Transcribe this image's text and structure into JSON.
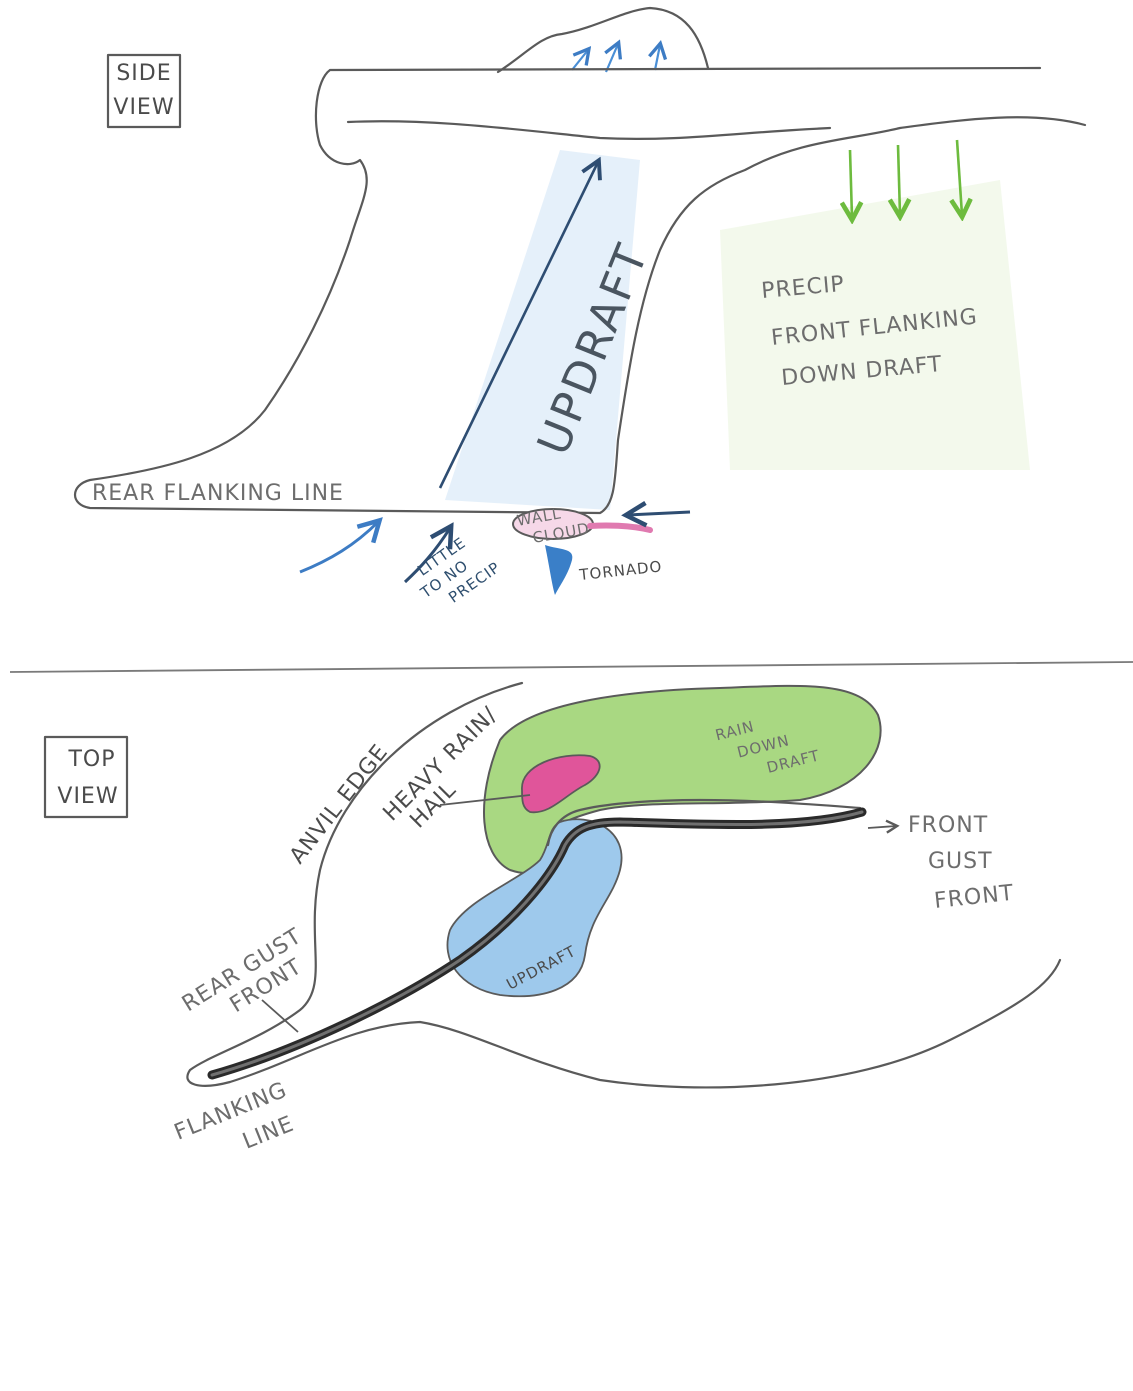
{
  "side_view": {
    "title_line1": "SIDE",
    "title_line2": "VIEW",
    "updraft": "UPDRAFT",
    "precip_line1": "PRECIP",
    "precip_line2": "FRONT FLANKING",
    "precip_line3": "DOWN DRAFT",
    "rear_flanking_line": "REAR FLANKING LINE",
    "wall_cloud_line1": "WALL",
    "wall_cloud_line2": "CLOUD",
    "tornado": "TORNADO",
    "little_precip_line1": "LITTLE",
    "little_precip_line2": "TO NO",
    "little_precip_line3": "PRECIP"
  },
  "top_view": {
    "title_line1": "TOP",
    "title_line2": "VIEW",
    "anvil_edge": "ANVIL EDGE",
    "heavy_rain_line1": "HEAVY RAIN/",
    "heavy_rain_line2": "HAIL",
    "rain_downdraft_line1": "RAIN",
    "rain_downdraft_line2": "DOWN",
    "rain_downdraft_line3": "DRAFT",
    "front_gust_line1": "FRONT",
    "front_gust_line2": "GUST",
    "front_gust_line3": "FRONT",
    "updraft": "UPDRAFT",
    "rear_gust_line1": "REAR GUST",
    "rear_gust_line2": "FRONT",
    "flanking_line1": "FLANKING",
    "flanking_line2": "LINE"
  },
  "colors": {
    "pencil": "#5a5a5a",
    "updraft_blue": "#4a8fd6",
    "light_blue": "#9ec9ec",
    "downdraft_green": "#7cc24a",
    "light_green": "#b4dc92",
    "hail_pink": "#e0559a",
    "gust_front_black": "#2a2a2a"
  }
}
